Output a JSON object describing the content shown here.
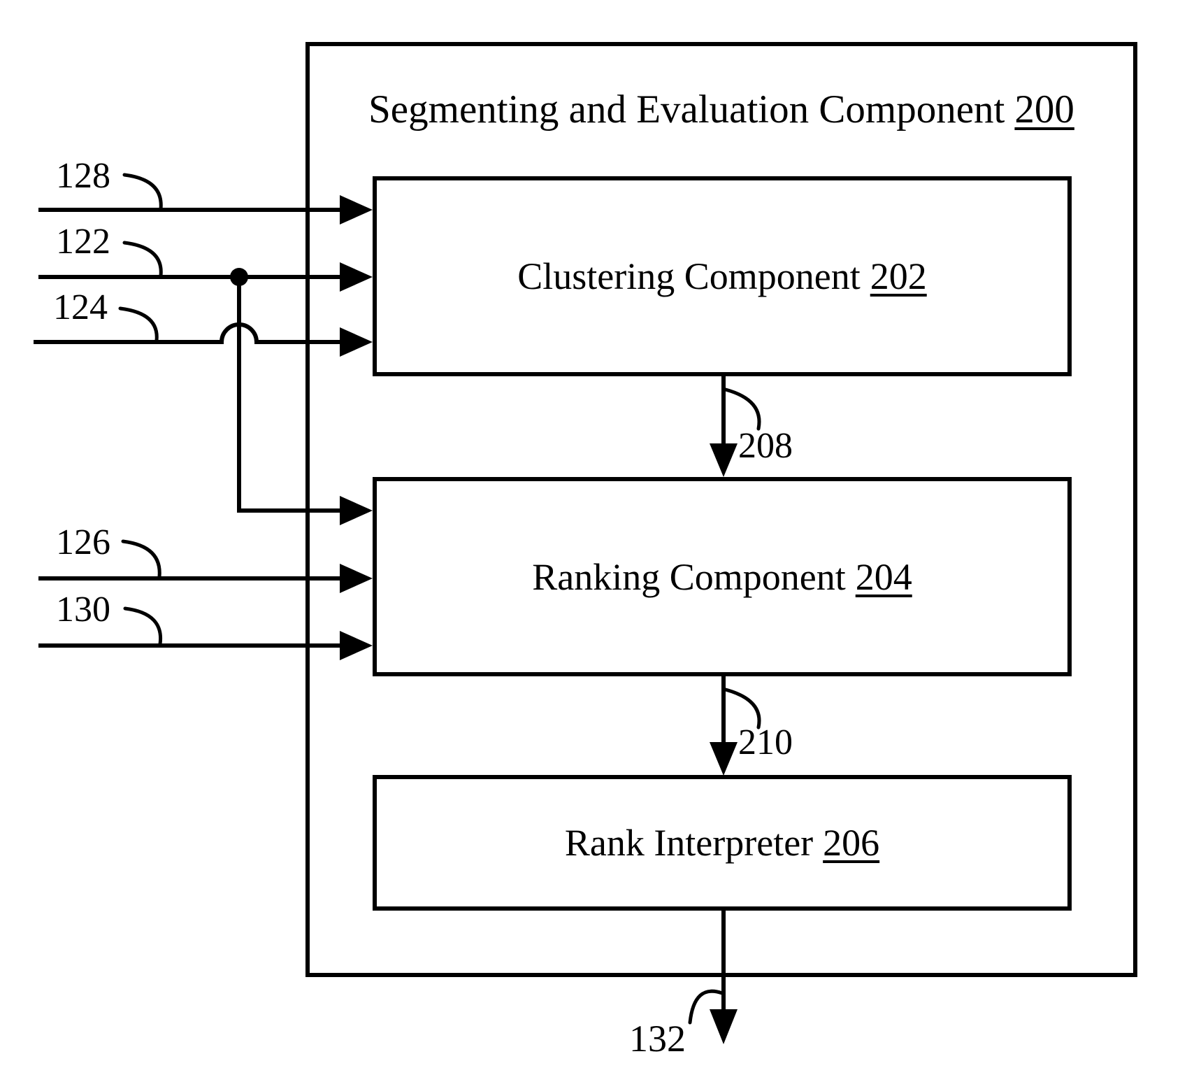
{
  "diagram": {
    "title": {
      "text": "Segmenting and Evaluation Component",
      "ref": "200"
    },
    "boxes": {
      "clustering": {
        "label": "Clustering Component",
        "ref": "202"
      },
      "ranking": {
        "label": "Ranking Component",
        "ref": "204"
      },
      "interpreter": {
        "label": "Rank Interpreter",
        "ref": "206"
      }
    },
    "inputs": {
      "i128": "128",
      "i122": "122",
      "i124": "124",
      "i126": "126",
      "i130": "130"
    },
    "flows": {
      "f208": "208",
      "f210": "210",
      "f132": "132"
    },
    "colors": {
      "ink": "#000000",
      "background": "#ffffff"
    }
  }
}
